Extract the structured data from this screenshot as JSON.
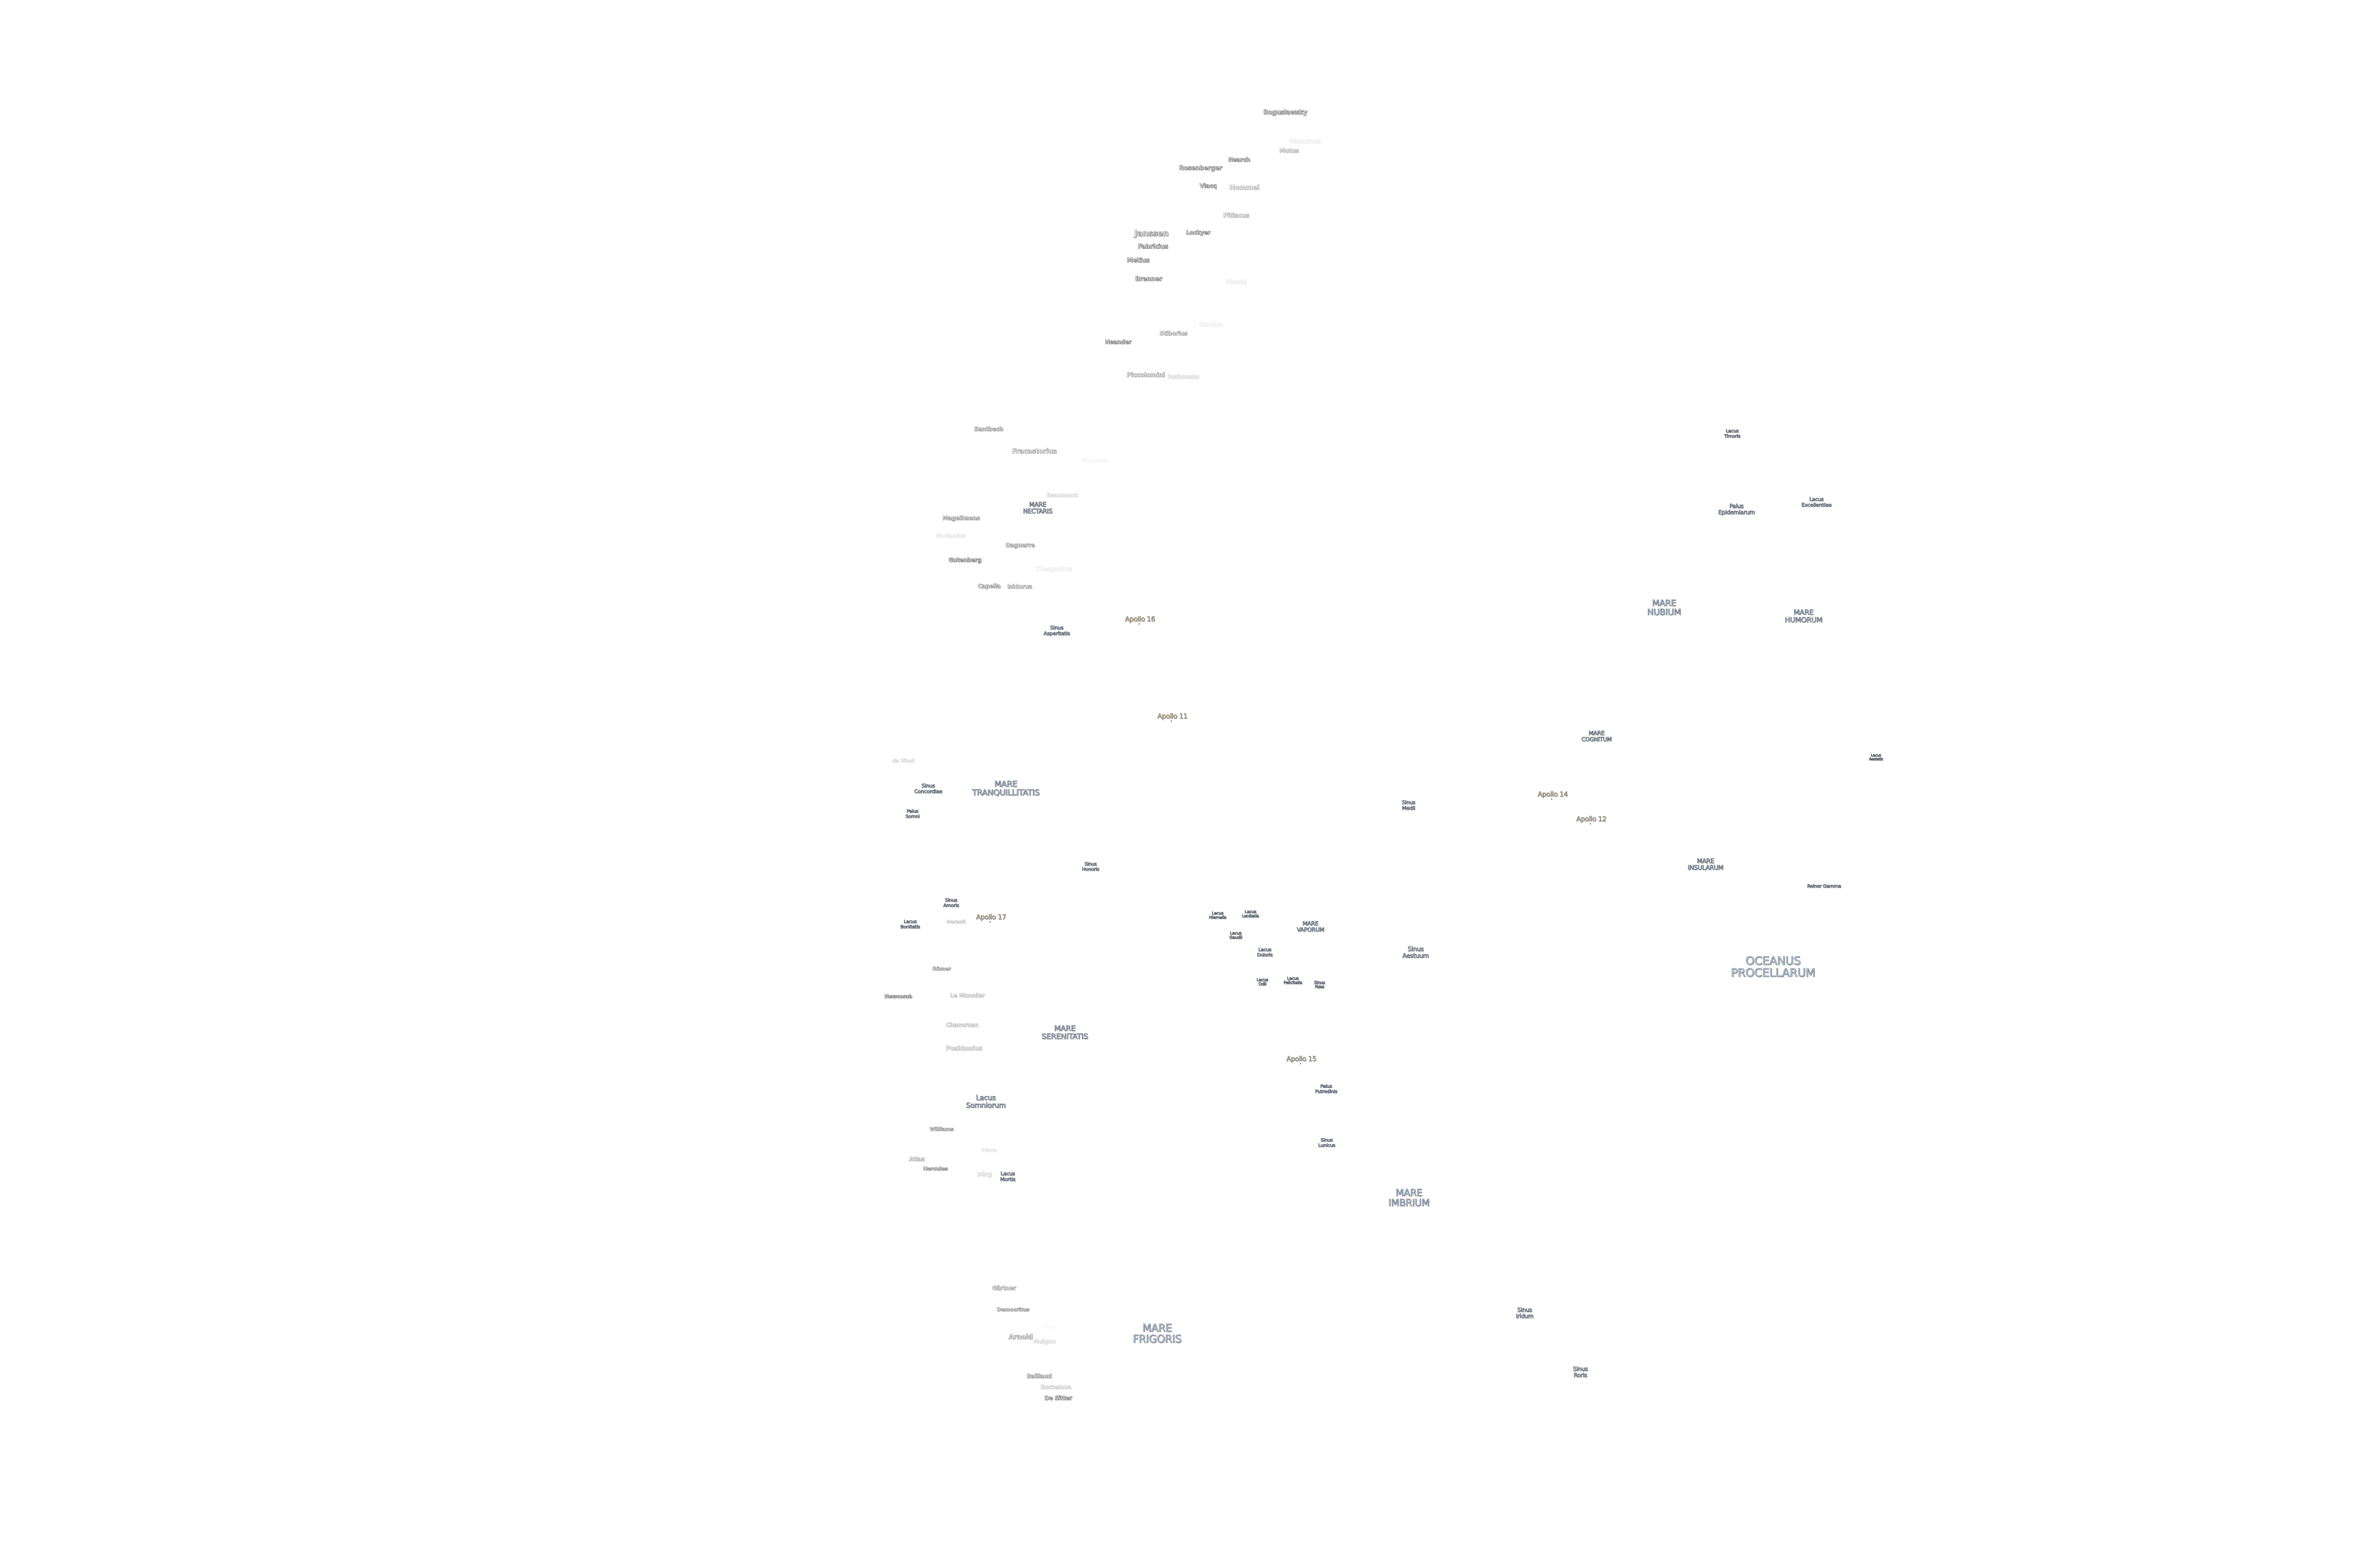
{
  "map": {
    "colors": {
      "sea_fill": "#cfe3f7",
      "landing_site_fill": "#f8dfa8",
      "crater_fill": "#f2f2f2",
      "outline": "#4a4a4a"
    },
    "labels": [
      {
        "text": "Boguslawsky",
        "kind": "crater"
      },
      {
        "text": "Manzinus",
        "kind": "crater-faint"
      },
      {
        "text": "Mutus",
        "kind": "crater-faint"
      },
      {
        "text": "Nearch",
        "kind": "crater"
      },
      {
        "text": "Rosenberger",
        "kind": "crater"
      },
      {
        "text": "Vlacq",
        "kind": "crater"
      },
      {
        "text": "Hommel",
        "kind": "crater-faint"
      },
      {
        "text": "Pitiscus",
        "kind": "crater-faint"
      },
      {
        "text": "Janssen",
        "kind": "crater"
      },
      {
        "text": "Lockyer",
        "kind": "crater"
      },
      {
        "text": "Fabricius",
        "kind": "crater"
      },
      {
        "text": "Metius",
        "kind": "crater"
      },
      {
        "text": "Brenner",
        "kind": "crater"
      },
      {
        "text": "Nicolai",
        "kind": "crater-faint"
      },
      {
        "text": "Riccius",
        "kind": "crater-faint"
      },
      {
        "text": "Stiborius",
        "kind": "crater"
      },
      {
        "text": "Neander",
        "kind": "crater"
      },
      {
        "text": "Piccolomini",
        "kind": "crater"
      },
      {
        "text": "Rothmann",
        "kind": "crater-faint"
      },
      {
        "text": "Santbech",
        "kind": "crater"
      },
      {
        "text": "Fracastorius",
        "kind": "crater"
      },
      {
        "text": "Polybius",
        "kind": "crater-faint"
      },
      {
        "text": "Beaumont",
        "kind": "crater-faint"
      },
      {
        "text": "MARE\nNECTARIS",
        "kind": "sea"
      },
      {
        "text": "Magelhaens",
        "kind": "crater"
      },
      {
        "text": "Goclenius",
        "kind": "crater-faint"
      },
      {
        "text": "Daguerre",
        "kind": "crater"
      },
      {
        "text": "Gutenberg",
        "kind": "crater"
      },
      {
        "text": "Theophilus",
        "kind": "crater-faint"
      },
      {
        "text": "Capella",
        "kind": "crater"
      },
      {
        "text": "Isidorus",
        "kind": "crater"
      },
      {
        "text": "Apollo 16",
        "kind": "landing-site"
      },
      {
        "text": "Sinus\nAsperitatis",
        "kind": "sea"
      },
      {
        "text": "da Vinci",
        "kind": "crater-faint"
      },
      {
        "text": "MARE\nTRANQUILLITATIS",
        "kind": "sea"
      },
      {
        "text": "Sinus\nConcordiae",
        "kind": "sea"
      },
      {
        "text": "Palus\nSomni",
        "kind": "sea"
      },
      {
        "text": "Sinus\nHonoris",
        "kind": "sea"
      },
      {
        "text": "Sinus\nAmoris",
        "kind": "sea"
      },
      {
        "text": "Maraldi",
        "kind": "crater-faint"
      },
      {
        "text": "Apollo 17",
        "kind": "landing-site"
      },
      {
        "text": "Lacus\nBonitatis",
        "kind": "sea"
      },
      {
        "text": "Römer",
        "kind": "crater"
      },
      {
        "text": "Lacus\nHiemalis",
        "kind": "sea"
      },
      {
        "text": "Lacus\nLenitatis",
        "kind": "sea"
      },
      {
        "text": "Lacus\nGaudii",
        "kind": "sea"
      },
      {
        "text": "MARE\nVAPORUM",
        "kind": "sea"
      },
      {
        "text": "Lacus\nDoloris",
        "kind": "sea"
      },
      {
        "text": "Sinus\nAestuum",
        "kind": "sea"
      },
      {
        "text": "Lacus\nOdii",
        "kind": "sea"
      },
      {
        "text": "Lacus\nFelicitatis",
        "kind": "sea"
      },
      {
        "text": "Sinus\nFidei",
        "kind": "sea"
      },
      {
        "text": "Newcomb",
        "kind": "crater"
      },
      {
        "text": "Le Monnier",
        "kind": "crater-faint"
      },
      {
        "text": "Chacornac",
        "kind": "crater-faint"
      },
      {
        "text": "MARE\nSERENITATIS",
        "kind": "sea"
      },
      {
        "text": "Posidonius",
        "kind": "crater-faint"
      },
      {
        "text": "Lacus\nSomniorum",
        "kind": "sea"
      },
      {
        "text": "Williams",
        "kind": "crater"
      },
      {
        "text": "Plana",
        "kind": "crater-faint"
      },
      {
        "text": "Atlas",
        "kind": "crater"
      },
      {
        "text": "Hercules",
        "kind": "crater"
      },
      {
        "text": "Bürg",
        "kind": "crater-faint"
      },
      {
        "text": "Lacus\nMortis",
        "kind": "sea"
      },
      {
        "text": "Apollo 15",
        "kind": "landing-site"
      },
      {
        "text": "Palus\nPutredinis",
        "kind": "sea"
      },
      {
        "text": "Sinus\nLunicus",
        "kind": "sea"
      },
      {
        "text": "MARE\nIMBRIUM",
        "kind": "sea"
      },
      {
        "text": "Gärtner",
        "kind": "crater"
      },
      {
        "text": "Democritus",
        "kind": "crater"
      },
      {
        "text": "Kane",
        "kind": "crater-faint"
      },
      {
        "text": "Arnold",
        "kind": "crater"
      },
      {
        "text": "Moigno",
        "kind": "crater-faint"
      },
      {
        "text": "MARE\nFRIGORIS",
        "kind": "sea"
      },
      {
        "text": "Baillaud",
        "kind": "crater"
      },
      {
        "text": "Euctemon",
        "kind": "crater-faint"
      },
      {
        "text": "De Sitter",
        "kind": "crater"
      },
      {
        "text": "Sinus\nIridum",
        "kind": "sea"
      },
      {
        "text": "Sinus\nRoris",
        "kind": "sea"
      },
      {
        "text": "Lacus\nTimoris",
        "kind": "sea"
      },
      {
        "text": "Palus\nEpidemiarum",
        "kind": "sea"
      },
      {
        "text": "Lacus\nExcellentiae",
        "kind": "sea"
      },
      {
        "text": "MARE\nNUBIUM",
        "kind": "sea"
      },
      {
        "text": "MARE\nHUMORUM",
        "kind": "sea"
      },
      {
        "text": "MARE\nCOGNITUM",
        "kind": "sea"
      },
      {
        "text": "Sinus\nMedii",
        "kind": "sea"
      },
      {
        "text": "Apollo 14",
        "kind": "landing-site"
      },
      {
        "text": "Apollo 12",
        "kind": "landing-site"
      },
      {
        "text": "Lacus\nAestatis",
        "kind": "sea"
      },
      {
        "text": "MARE\nINSULARUM",
        "kind": "sea"
      },
      {
        "text": "Reiner Gamma",
        "kind": "sea"
      },
      {
        "text": "OCEANUS\nPROCELLARUM",
        "kind": "sea"
      },
      {
        "text": "Apollo 11",
        "kind": "landing-site"
      }
    ]
  }
}
